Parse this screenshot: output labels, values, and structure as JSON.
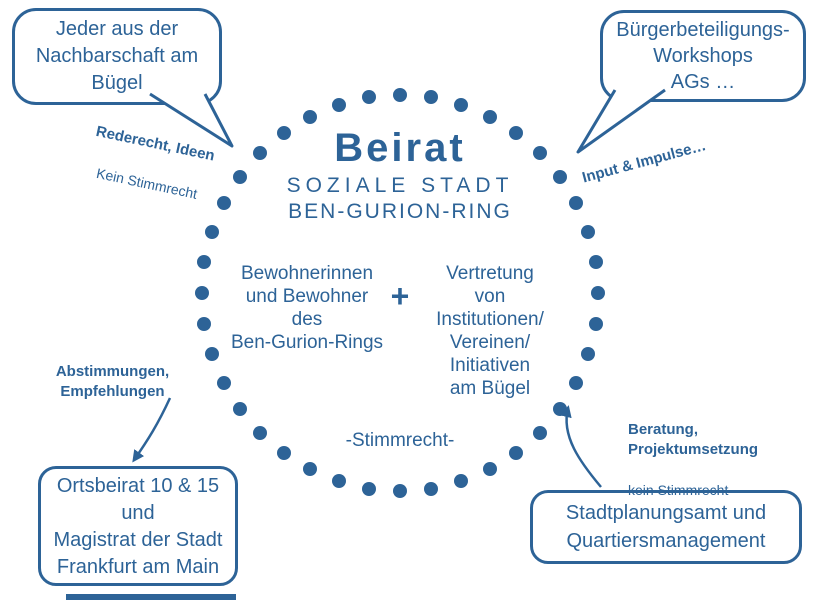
{
  "accent_color": "#2d6397",
  "center": {
    "title": "Beirat",
    "subtitle_line1": "SOZIALE STADT",
    "subtitle_line2": "BEN-GURION-RING",
    "left_group": "Bewohnerinnen\nund Bewohner\ndes\nBen-Gurion-Rings",
    "plus_sign": "+",
    "right_group": "Vertretung\nvon\nInstitutionen/\nVereinen/\nInitiativen\nam Bügel",
    "voting_note": "-Stimmrecht-"
  },
  "bubbles": {
    "top_left": {
      "text": "Jeder aus der\nNachbarschaft am\nBügel"
    },
    "top_right": {
      "text": "Bürgerbeteiligungs-\nWorkshops\nAGs …"
    },
    "bottom_left": {
      "text": "Ortsbeirat 10 & 15\nund\nMagistrat der Stadt\nFrankfurt am Main"
    },
    "bottom_right": {
      "text": "Stadtplanungsamt und\nQuartiersmanagement"
    }
  },
  "notes": {
    "top_left_bold": "Rederecht, Ideen",
    "top_left_regular": "Kein Stimmrecht",
    "top_right_bold": "Input & Impulse…",
    "bottom_left_bold": "Abstimmungen,\nEmpfehlungen",
    "bottom_right_bold": "Beratung,\nProjektumsetzung",
    "bottom_right_regular": "kein Stimmrecht"
  }
}
